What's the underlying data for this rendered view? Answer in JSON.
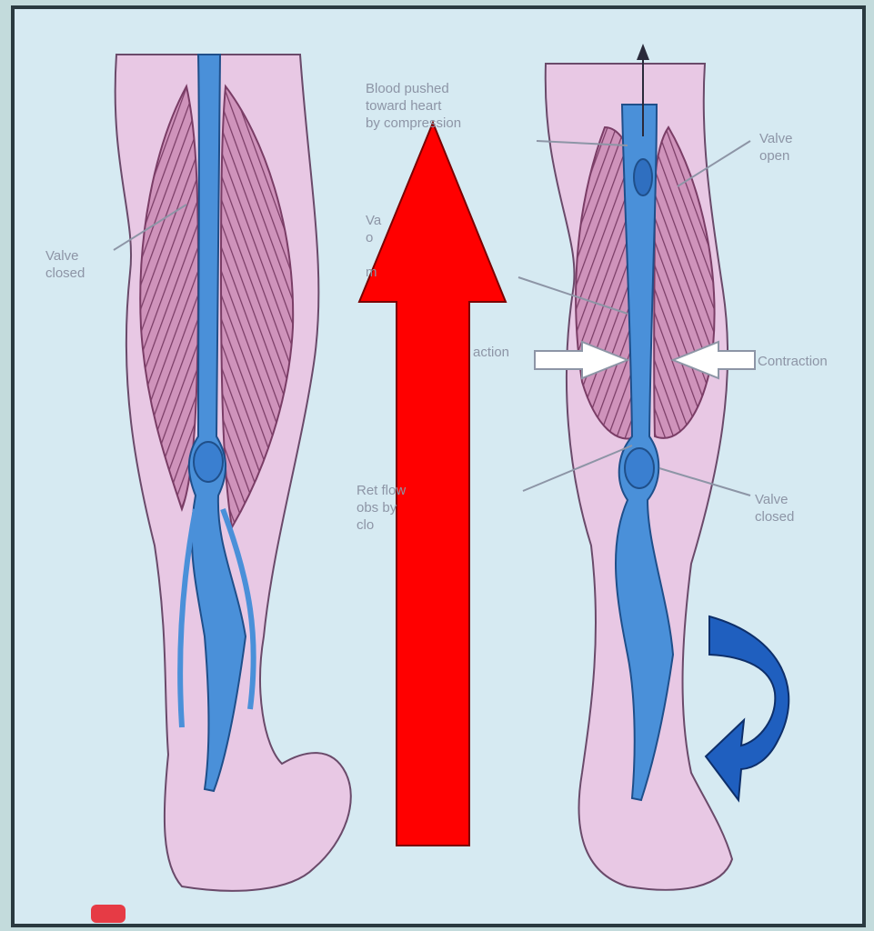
{
  "colors": {
    "frame_bg": "#c3dbdc",
    "paper": "#d6eaf2",
    "leg_fill": "#e8c8e4",
    "muscle": "#c98bb4",
    "muscle_line": "#7a3d66",
    "vein": "#4a90d9",
    "label_text": "#8d95a6",
    "up_arrow": "#ff0000",
    "curved_arrow": "#1f5fbf"
  },
  "labels": {
    "valve_closed_left": "Valve\nclosed",
    "blood_pushed": "Blood pushed\ntoward heart\nby compression",
    "valve_open": "Valve\nopen",
    "valve_obscured": "Va\no\n\nm",
    "contraction_left": "action",
    "contraction_right": "Contraction",
    "retrograde_flow": "Ret           flow\nobs        by\nclo",
    "valve_closed_right": "Valve\nclosed"
  },
  "overlays": {
    "up_arrow_icon": "arrow-up",
    "curved_arrow_icon": "arrow-curved-down-left"
  }
}
